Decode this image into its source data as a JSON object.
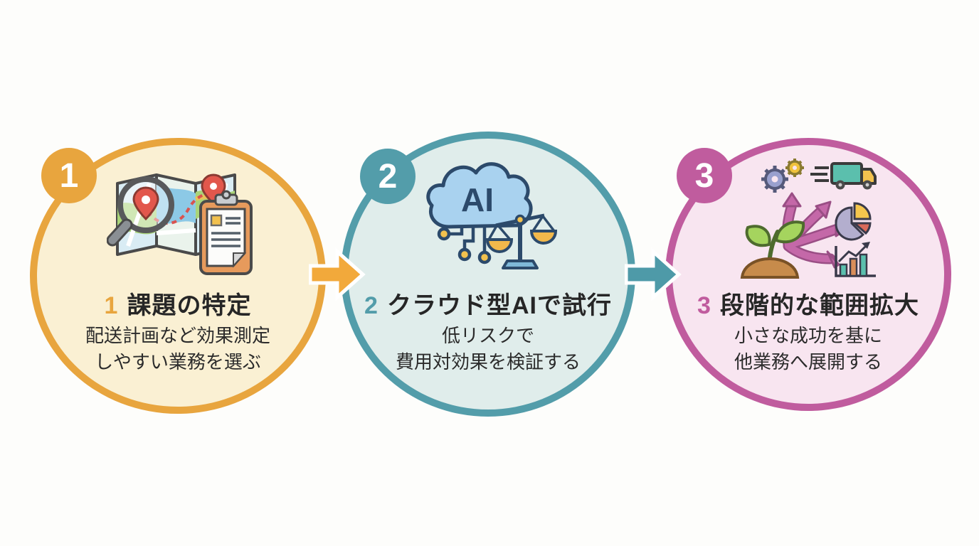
{
  "canvas": {
    "background_color": "#FDFDFB"
  },
  "steps": [
    {
      "number": "1",
      "title": "課題の特定",
      "subtitle_lines": [
        "配送計画など効果測定",
        "しやすい業務を選ぶ"
      ],
      "accent_color": "#E8A53E",
      "fill_color": "#FAF0D3",
      "icon": "map-search-clipboard-icon"
    },
    {
      "number": "2",
      "title": "クラウド型AIで試行",
      "subtitle_lines": [
        "低リスクで",
        "費用対効果を検証する"
      ],
      "accent_color": "#539DAA",
      "fill_color": "#E0EDEB",
      "icon": "ai-cloud-scale-icon",
      "cloud_label": "AI"
    },
    {
      "number": "3",
      "title": "段階的な範囲拡大",
      "subtitle_lines": [
        "小さな成功を基に",
        "他業務へ展開する"
      ],
      "accent_color": "#C05C9E",
      "fill_color": "#F8E5F0",
      "icon": "growth-expansion-icon"
    }
  ],
  "arrows": [
    {
      "from": "1",
      "to": "2",
      "color": "#F2A93B"
    },
    {
      "from": "2",
      "to": "3",
      "color": "#4E9AA8"
    }
  ]
}
